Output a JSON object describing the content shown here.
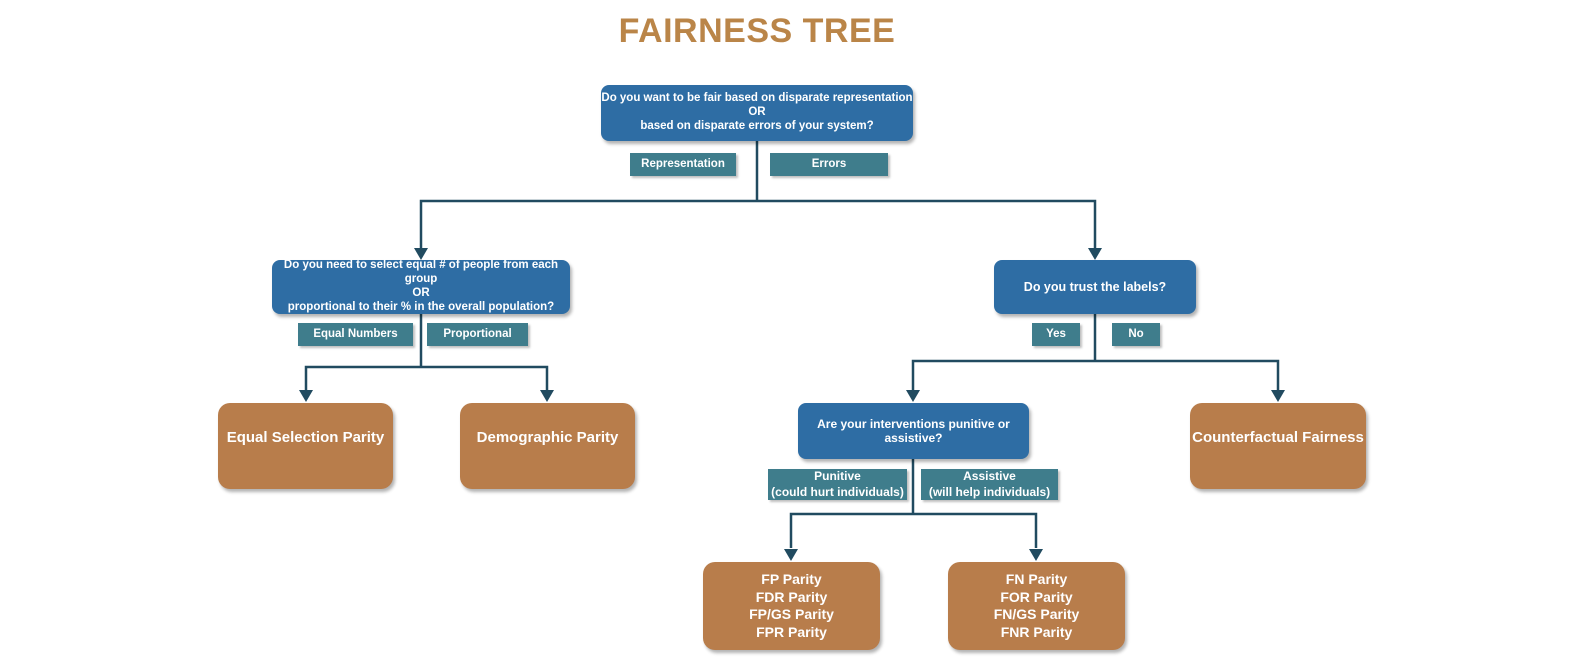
{
  "title": "FAIRNESS TREE",
  "colors": {
    "question_box_blue": "#2e6da4",
    "branch_label_teal": "#3f7d8c",
    "leaf_box_brown": "#b87d4b",
    "connector_dark": "#214b60",
    "title_brown": "#ba8548",
    "box_text": "#ffffff",
    "background": "#ffffff"
  },
  "nodes": {
    "root_question": "Do you want to be fair based on disparate representation\nOR\nbased on disparate errors of your system?",
    "selection_question": "Do you need to select equal # of people from each group\nOR\nproportional to their % in the overall population?",
    "trust_question": "Do you trust the labels?",
    "interventions_question": "Are your interventions punitive or assistive?"
  },
  "branch_labels": {
    "representation": "Representation",
    "errors": "Errors",
    "equal_numbers": "Equal Numbers",
    "proportional": "Proportional",
    "yes": "Yes",
    "no": "No",
    "punitive": "Punitive\n(could hurt individuals)",
    "assistive": "Assistive\n(will help individuals)"
  },
  "leaves": {
    "equal_selection_parity": "Equal Selection Parity",
    "demographic_parity": "Demographic Parity",
    "counterfactual_fairness": "Counterfactual Fairness",
    "punitive_metrics": "FP Parity\nFDR Parity\nFP/GS Parity\nFPR Parity",
    "assistive_metrics": "FN Parity\nFOR Parity\nFN/GS Parity\nFNR Parity"
  }
}
